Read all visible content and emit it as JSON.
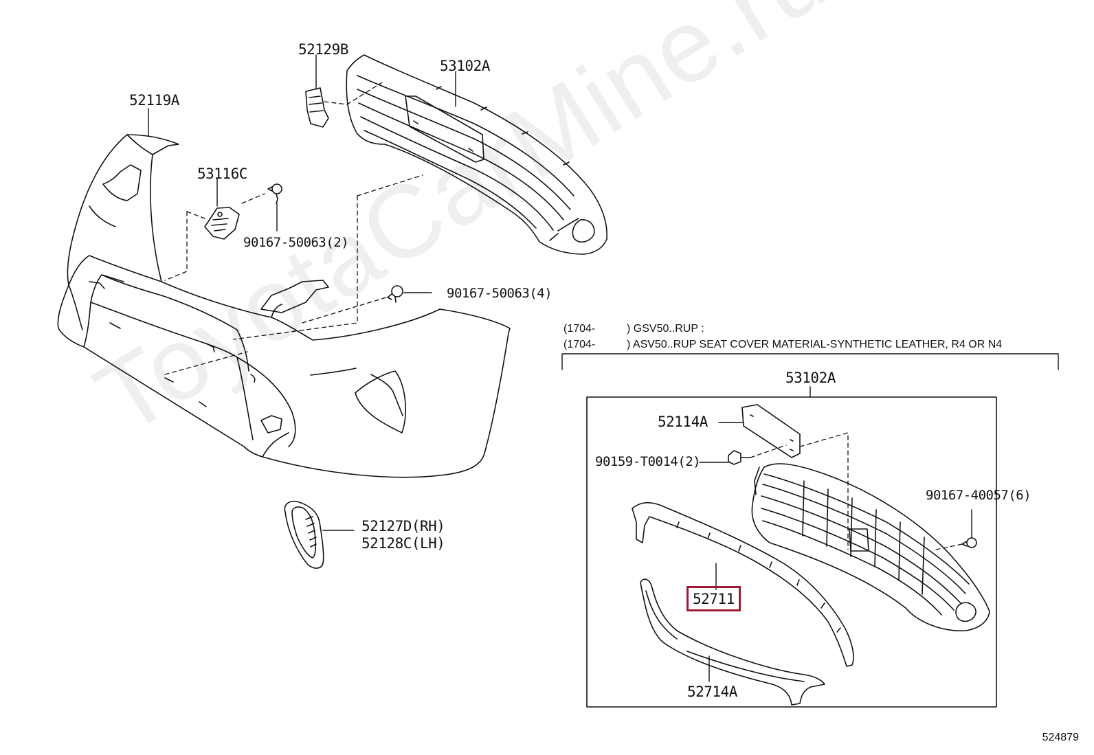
{
  "watermark": "ToyotaCarMine.ru",
  "diagram_code": "524879",
  "colors": {
    "line": "#111111",
    "highlight": "#9b1c31",
    "watermark": "#efefef"
  },
  "notes": {
    "line1_date": "(1704-",
    "line1_text": ") GSV50..RUP :",
    "line2_date": "(1704-",
    "line2_text": ") ASV50..RUP  SEAT COVER MATERIAL-SYNTHETIC LEATHER, R4 OR N4"
  },
  "labels": {
    "p52129B": "52129B",
    "p53102A_top": "53102A",
    "p52119A": "52119A",
    "p53116C": "53116C",
    "p90167_50063_2": "90167-50063(2)",
    "p90167_50063_4": "90167-50063(4)",
    "p52127D": "52127D(RH)",
    "p52128C": "52128C(LH)",
    "p53102A_box": "53102A",
    "p52114A": "52114A",
    "p90159_T0014": "90159-T0014(2)",
    "p90167_40057": "90167-40057(6)",
    "p52711": "52711",
    "p52714A": "52714A"
  }
}
